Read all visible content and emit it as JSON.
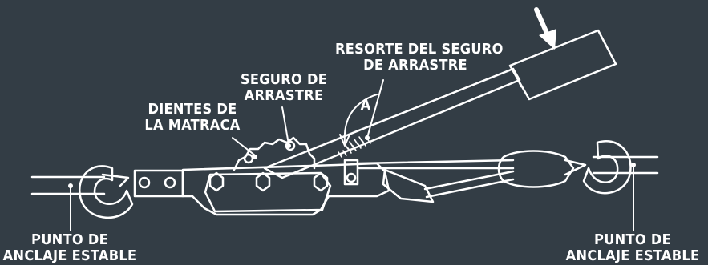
{
  "labels": {
    "resorte_del_seguro": {
      "line1": "RESORTE DEL SEGURO",
      "line2": "DE ARRASTRE"
    },
    "seguro_de_arrastre": {
      "line1": "SEGURO DE",
      "line2": "ARRASTRE"
    },
    "dientes_de_la_matraca": {
      "line1": "DIENTES DE",
      "line2": "LA MATRACA"
    },
    "angle_marker": "A",
    "punto_anclaje_izquierdo": {
      "line1": "PUNTO DE",
      "line2": "ANCLAJE ESTABLE"
    },
    "punto_anclaje_derecho": {
      "line1": "PUNTO DE",
      "line2": "ANCLAJE ESTABLE"
    }
  },
  "colors": {
    "background": "#333d45",
    "line": "#ffffff"
  }
}
